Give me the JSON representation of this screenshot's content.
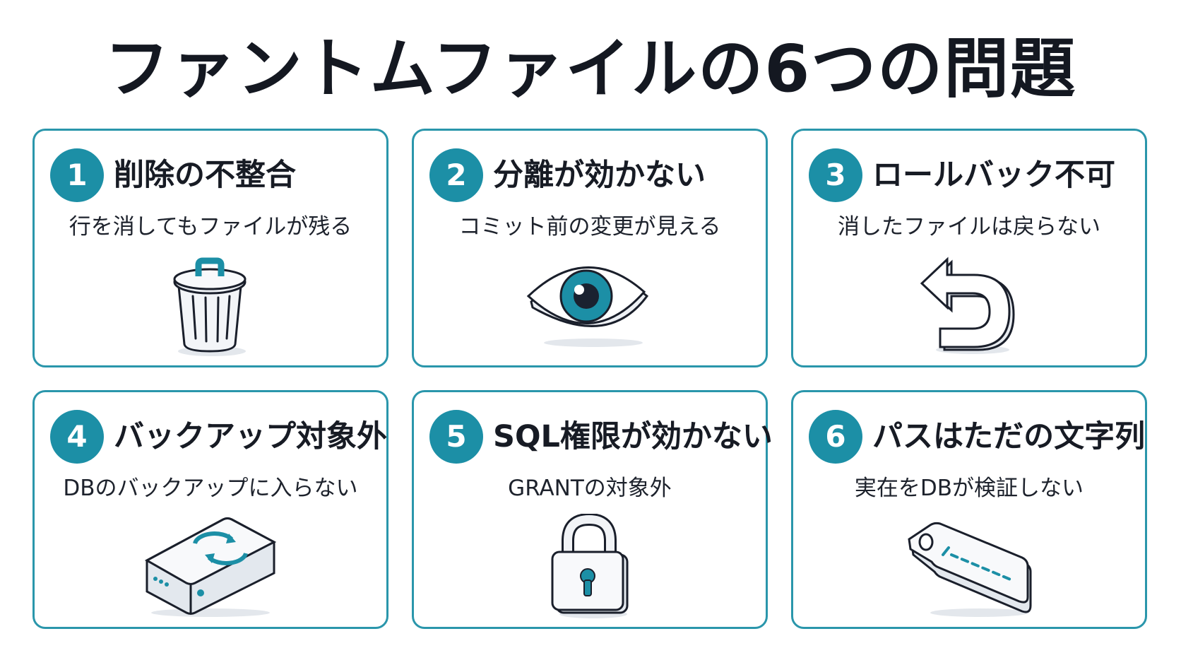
{
  "title": "ファントムファイルの6つの問題",
  "colors": {
    "accent": "#1c8fa6",
    "border": "#2a96ab",
    "text": "#171b24"
  },
  "cards": [
    {
      "number": "1",
      "heading": "削除の不整合",
      "description": "行を消してもファイルが残る",
      "icon": "trash-can-icon"
    },
    {
      "number": "2",
      "heading": "分離が効かない",
      "description": "コミット前の変更が見える",
      "icon": "eye-icon"
    },
    {
      "number": "3",
      "heading": "ロールバック不可",
      "description": "消したファイルは戻らない",
      "icon": "undo-arrow-icon"
    },
    {
      "number": "4",
      "heading": "バックアップ対象外",
      "description": "DBのバックアップに入らない",
      "icon": "backup-drive-icon"
    },
    {
      "number": "5",
      "heading": "SQL権限が効かない",
      "description": "GRANTの対象外",
      "icon": "padlock-icon"
    },
    {
      "number": "6",
      "heading": "パスはただの文字列",
      "description": "実在をDBが検証しない",
      "icon": "tag-icon"
    }
  ]
}
